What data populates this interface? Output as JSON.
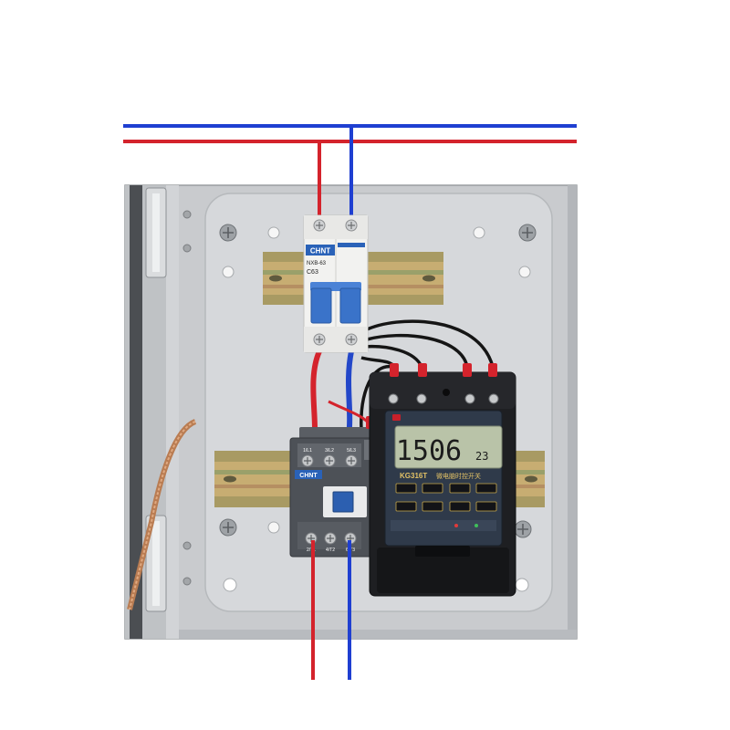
{
  "colors": {
    "background": "#ffffff",
    "live_wire": "#d4232c",
    "neutral_wire": "#1f3fd1",
    "enclosure": "#c9cbce",
    "mounting_plate": "#d6d8db",
    "din_rail": "#c4aa70",
    "breaker_body": "#f2f2f0",
    "breaker_handle": "#3a73c9",
    "contactor_body": "#4d5157",
    "timer_body": "#1e1f22",
    "timer_panel": "#2f3a4a",
    "lcd": "#b9c3a8",
    "gold_text": "#e2c166",
    "ground_braid": "#c58a5c"
  },
  "breaker": {
    "brand": "CHNT",
    "model": "NXB-63",
    "rating": "C63"
  },
  "contactor": {
    "brand": "CHNT",
    "terminals_top": [
      "1/L1",
      "3/L2",
      "5/L3"
    ],
    "terminals_bottom": [
      "2/T1",
      "4/T2",
      "6/T3"
    ]
  },
  "timer": {
    "model": "KG316T",
    "name": "微电脑时控开关",
    "display_time": "1506",
    "display_seconds": "23"
  }
}
